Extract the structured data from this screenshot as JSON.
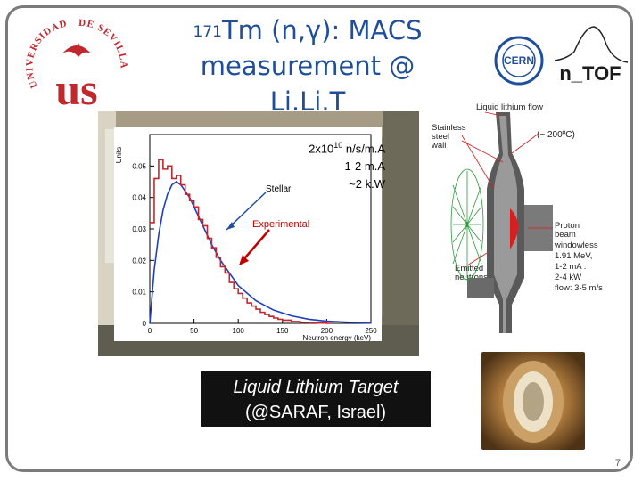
{
  "slide": {
    "title_sup": "171",
    "title_line1": "Tm (n,γ): MACS",
    "title_line2": "measurement @ Li.Li.T",
    "page_number": "7"
  },
  "logos": {
    "univ_text_left": "UNIVERSIDAD",
    "univ_text_right": "DE SEVILLA",
    "cern_text": "CERN",
    "ntof_text": "n_TOF"
  },
  "spectrum_labels": {
    "rate": "2x10",
    "rate_exp": "10",
    "rate_unit": " n/s/m.A",
    "current": "1-2 m.A",
    "power": "~2 k.W",
    "stellar": "Stellar",
    "experimental": "Experimental"
  },
  "chart_data": {
    "type": "line",
    "xlabel": "Neutron energy (keV)",
    "ylabel": "Units",
    "xlim": [
      0,
      250
    ],
    "ylim": [
      0,
      0.06
    ],
    "x_ticks": [
      0,
      50,
      100,
      150,
      200,
      250
    ],
    "y_ticks": [
      0,
      0.01,
      0.02,
      0.03,
      0.04,
      0.05
    ],
    "series": [
      {
        "name": "Stellar",
        "style": "line",
        "color": "#1f3fbf",
        "x": [
          0,
          5,
          10,
          15,
          20,
          25,
          30,
          35,
          40,
          45,
          50,
          60,
          70,
          80,
          90,
          100,
          120,
          140,
          160,
          180,
          200,
          220,
          250
        ],
        "y": [
          0,
          0.017,
          0.028,
          0.036,
          0.041,
          0.044,
          0.045,
          0.044,
          0.042,
          0.04,
          0.037,
          0.031,
          0.025,
          0.02,
          0.016,
          0.012,
          0.0072,
          0.0042,
          0.0024,
          0.0013,
          0.0007,
          0.0004,
          0.0001
        ]
      },
      {
        "name": "Experimental",
        "style": "step",
        "color": "#c0282d",
        "x": [
          0,
          5,
          10,
          15,
          20,
          25,
          30,
          35,
          40,
          45,
          50,
          55,
          60,
          65,
          70,
          75,
          80,
          85,
          90,
          95,
          100,
          105,
          110,
          115,
          120,
          125,
          130,
          135,
          140,
          145,
          150,
          160,
          170,
          180,
          190,
          200
        ],
        "y": [
          0.032,
          0.046,
          0.052,
          0.049,
          0.05,
          0.046,
          0.047,
          0.044,
          0.041,
          0.039,
          0.037,
          0.033,
          0.031,
          0.027,
          0.024,
          0.021,
          0.018,
          0.016,
          0.013,
          0.011,
          0.0095,
          0.008,
          0.0065,
          0.0055,
          0.0045,
          0.0035,
          0.0028,
          0.0022,
          0.0017,
          0.0013,
          0.001,
          0.0006,
          0.0003,
          0.0002,
          0.0001,
          0
        ]
      }
    ]
  },
  "target": {
    "line1": "Liquid Lithium Target",
    "line2": "(@SARAF, Israel)"
  },
  "diagram": {
    "flow_title": "Liquid lithium flow",
    "temp": "(~ 200ºC)",
    "wall_1": "Stainless",
    "wall_2": "steel",
    "wall_3": "wall",
    "beam_1": "Proton",
    "beam_2": "beam",
    "windowless": "windowless",
    "energy": "1.91 MeV,",
    "current": "1-2 mA :",
    "power": "2-4 kW",
    "flow": "flow: 3-5 m/s",
    "emitted_1": "Emitted",
    "emitted_2": "neutrons"
  }
}
